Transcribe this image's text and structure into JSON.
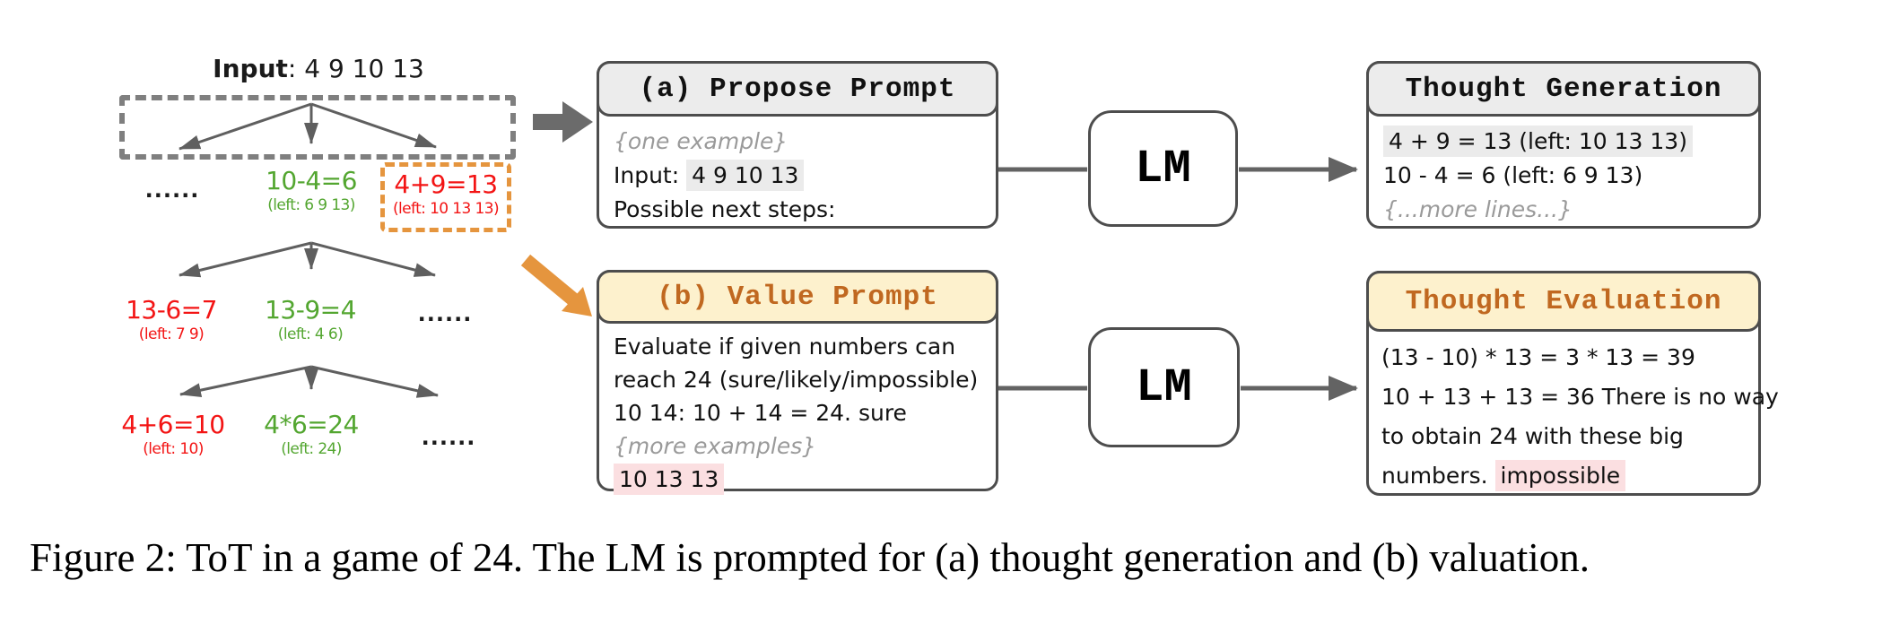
{
  "figure": {
    "caption": "Figure 2: ToT in a game of 24. The LM is prompted for (a) thought generation and (b) valuation."
  },
  "tree": {
    "input_bold": "Input",
    "input_rest": ": 4 9 10 13",
    "level1": {
      "dots": "......",
      "green": {
        "eq": "10-4=6",
        "left": "(left: 6 9 13)"
      },
      "red": {
        "eq": "4+9=13",
        "left": "(left: 10 13 13)"
      }
    },
    "level2": {
      "red": {
        "eq": "13-6=7",
        "left": "(left: 7 9)"
      },
      "green": {
        "eq": "13-9=4",
        "left": "(left: 4 6)"
      },
      "dots": "......"
    },
    "level3": {
      "red": {
        "eq": "4+6=10",
        "left": "(left: 10)"
      },
      "green": {
        "eq": "4*6=24",
        "left": "(left: 24)"
      },
      "dots": "......"
    }
  },
  "propose_prompt": {
    "header": "(a) Propose Prompt",
    "line1": "{one example}",
    "line2_prefix": "Input: ",
    "line2_highlight": "4 9 10 13",
    "line3": "Possible next steps:"
  },
  "value_prompt": {
    "header": "(b) Value Prompt",
    "line1": "Evaluate if given numbers can",
    "line2": "reach 24 (sure/likely/impossible)",
    "line3": "10 14: 10 + 14 = 24. sure",
    "line4": "{more examples}",
    "line5_highlight": "10 13 13"
  },
  "lm_top": {
    "label": "LM"
  },
  "lm_bottom": {
    "label": "LM"
  },
  "thought_generation": {
    "header": "Thought Generation",
    "line1_highlight": "4 + 9 = 13 (left: 10 13 13)",
    "line2": "10 - 4 = 6 (left: 6 9 13)",
    "line3": "{...more lines...}"
  },
  "thought_evaluation": {
    "header": "Thought Evaluation",
    "line1": "(13 - 10) * 13 = 3 * 13 = 39",
    "line2": "10 + 13 + 13 = 36 There is no way",
    "line3": "to obtain 24 with these big",
    "line4_prefix": "numbers. ",
    "line4_highlight": "impossible"
  },
  "colors": {
    "tree_green": "#53a630",
    "tree_red": "#f31414",
    "orange_accent": "#e5953e",
    "header_gray_bg": "#ececec",
    "header_yellow_bg": "#fdf1cd",
    "header_orange_text": "#c06820",
    "pink_highlight": "#fbdfe1",
    "gray_highlight": "#ebebeb",
    "box_border": "#4d4d4d",
    "arrow_gray": "#636363",
    "dashed_gray": "#7f7f7f"
  }
}
